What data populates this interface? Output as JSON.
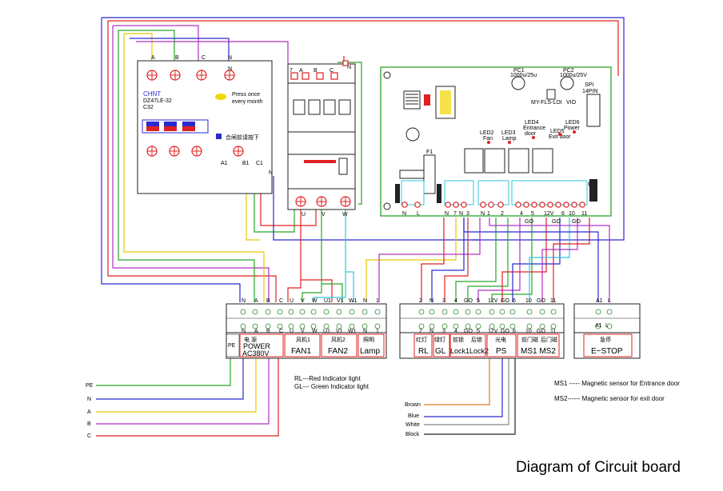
{
  "title": "Diagram of Circuit board",
  "breaker": {
    "top_labels": [
      "A",
      "B",
      "C",
      "N"
    ],
    "model_line1": "CHNT",
    "model_line2": "DZ47LE-32",
    "model_line3": "C32",
    "press_note_line1": "Press once",
    "press_note_line2": "every month",
    "close_note": "合闸前请按下",
    "bottom_labels": [
      "A1",
      "B1",
      "C1",
      "N"
    ]
  },
  "contactor": {
    "top_labels": [
      "7",
      "A",
      "B",
      "C",
      "N"
    ],
    "bottom_labels": [
      "U",
      "V",
      "W"
    ]
  },
  "pcb": {
    "pc1_line1": "PC1",
    "pc1_line2": "1000u/25u",
    "pc2_line1": "PC2",
    "pc2_line2": "1000u/25V",
    "chip_label": "MY-FLS-LOI",
    "vio_label": "VIO",
    "spi_line1": "SPI",
    "spi_line2": "14PIN",
    "fuse_label": "F1",
    "led2_line1": "LED2",
    "led2_line2": "Fan",
    "led3_line1": "LED3",
    "led3_line2": "Lamp",
    "led4_line1": "LED4",
    "led4_line2": "Entrance",
    "led4_line3": "door",
    "led5_line1": "LED5",
    "led5_line2": "Exit door",
    "led6_line1": "LED6",
    "led6_line2": "Power",
    "bottom_terminals": [
      "N",
      "L",
      "N",
      "7",
      "N",
      "3",
      "N",
      "1",
      "2",
      "4",
      "5",
      "12V",
      "6",
      "10",
      "11"
    ],
    "go_labels": [
      "GO",
      "GO",
      "GO"
    ]
  },
  "terminal_strip": {
    "left_labels": [
      "N",
      "A",
      "B",
      "C",
      "U",
      "V",
      "W",
      "U1",
      "V1",
      "W1",
      "N",
      "1"
    ],
    "mid_labels": [
      "2",
      "N",
      "3",
      "4",
      "GO",
      "5",
      "12V",
      "GO",
      "6",
      "10",
      "GO",
      "11"
    ],
    "right_labels": [
      "A1",
      "L"
    ],
    "pe_label": "PE",
    "power_cn": "电  源",
    "power_en": "POWER",
    "power_volt": "AC380V",
    "fan1_cn": "风机1",
    "fan1_en": "FAN1",
    "fan2_cn": "风机2",
    "fan2_en": "FAN2",
    "lamp_cn": "照明",
    "lamp_en": "Lamp",
    "rl_cn": "红灯",
    "rl_en": "RL",
    "gl_cn": "绿灯",
    "gl_en": "GL",
    "lock1_cn": "前锁",
    "lock2_cn": "后锁",
    "lock_en": "Lock1Lock2",
    "ps_cn": "光电",
    "ps_en": "PS",
    "ms1_cn": "前门磁",
    "ms2_cn": "后门磁",
    "ms_en": "MS1  MS2",
    "estop_cn": "急停",
    "estop_en": "E−STOP"
  },
  "legend": {
    "rl": "RL---Red Indicator light",
    "gl": "GL--- Green Indicator light",
    "ms1": "MS1 -----  Magnetic sensor for Entrance door",
    "ms2": "MS2------  Magnetic sensor for exit door"
  },
  "supply_lines": [
    "PE",
    "N",
    "A",
    "B",
    "C"
  ],
  "sensor_wires": [
    "Brown",
    "Blue",
    "White",
    "Block"
  ],
  "colors": {
    "red": "#e02020",
    "green": "#2aa52a",
    "blue": "#2a2acf",
    "yellow": "#e6c800",
    "purple": "#b030c0",
    "cyan": "#30c8e0",
    "orange": "#e07a20"
  }
}
